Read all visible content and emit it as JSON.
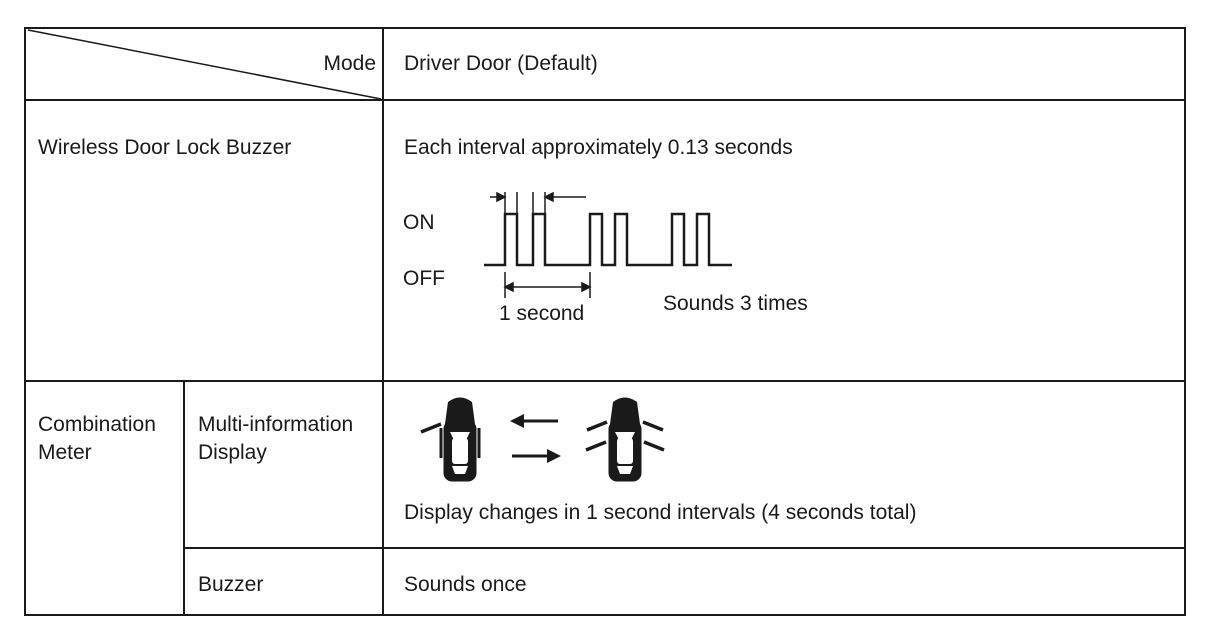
{
  "table": {
    "header": {
      "mode_label": "Mode",
      "mode_value": "Driver Door (Default)"
    },
    "row_buzzer": {
      "label": "Wireless Door Lock Buzzer",
      "interval_text": "Each interval approximately 0.13 seconds",
      "diagram": {
        "on_label": "ON",
        "off_label": "OFF",
        "period_label": "1 second",
        "count_label": "Sounds 3 times",
        "pulses_per_group": 2,
        "group_count": 3
      }
    },
    "row_meter": {
      "label_line1": "Combination",
      "label_line2": "Meter",
      "display": {
        "label_line1": "Multi-information",
        "label_line2": "Display",
        "caption": "Display changes in 1 second intervals (4 seconds total)",
        "icons": [
          "car-doors-closed-icon",
          "arrow-left-icon",
          "arrow-right-icon",
          "car-doors-open-icon"
        ]
      },
      "buzzer": {
        "label": "Buzzer",
        "value": "Sounds once"
      }
    }
  }
}
